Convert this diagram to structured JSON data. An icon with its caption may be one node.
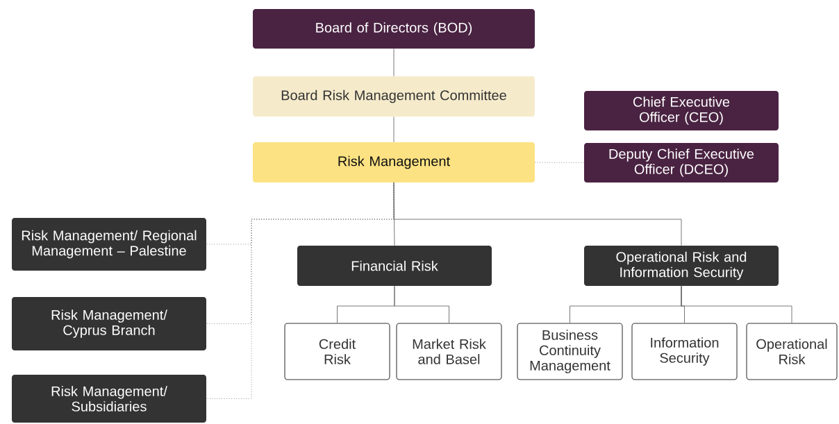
{
  "diagram": {
    "nodes": [
      {
        "text": [
          "Board of Directors (BOD)"
        ]
      },
      {
        "text": [
          "Board Risk Management Committee"
        ]
      },
      {
        "text": [
          "Chief Executive Officer (CEO)"
        ]
      },
      {
        "text": [
          "Risk Management"
        ]
      },
      {
        "text": [
          "Deputy Chief Executive Officer (DCEO)"
        ]
      },
      {
        "text": [
          "Risk Management/ Regional Management – Palestine"
        ]
      },
      {
        "text": [
          "Financial Risk"
        ]
      },
      {
        "text": [
          "Operational Risk and Information Security"
        ]
      },
      {
        "text": [
          "Risk Management/ Cyprus Branch"
        ]
      },
      {
        "text": [
          "Credit Risk"
        ]
      },
      {
        "text": [
          "Market Risk and Basel"
        ]
      },
      {
        "text": [
          "Business Continuity Management"
        ]
      },
      {
        "text": [
          "Information Security"
        ]
      },
      {
        "text": [
          "Operational Risk"
        ]
      },
      {
        "text": [
          "Risk Management/ Subsidiaries"
        ]
      }
    ],
    "edges": [
      {
        "from": 0,
        "to": 1,
        "arrow": "none"
      },
      {
        "from": 1,
        "to": 3,
        "arrow": "none"
      },
      {
        "from": 3,
        "to": 4,
        "arrow": "none",
        "style": "dashed"
      },
      {
        "from": 3,
        "to": 6,
        "arrow": "none"
      },
      {
        "from": 3,
        "to": 7,
        "arrow": "none"
      },
      {
        "from": 3,
        "to": 5,
        "arrow": "none",
        "style": "dashed"
      },
      {
        "from": 3,
        "to": 8,
        "arrow": "none",
        "style": "dashed"
      },
      {
        "from": 3,
        "to": 14,
        "arrow": "none",
        "style": "dashed"
      },
      {
        "from": 6,
        "to": 9,
        "arrow": "none"
      },
      {
        "from": 6,
        "to": 10,
        "arrow": "none"
      },
      {
        "from": 7,
        "to": 11,
        "arrow": "none"
      },
      {
        "from": 7,
        "to": 12,
        "arrow": "none"
      },
      {
        "from": 7,
        "to": 13,
        "arrow": "none"
      }
    ]
  }
}
